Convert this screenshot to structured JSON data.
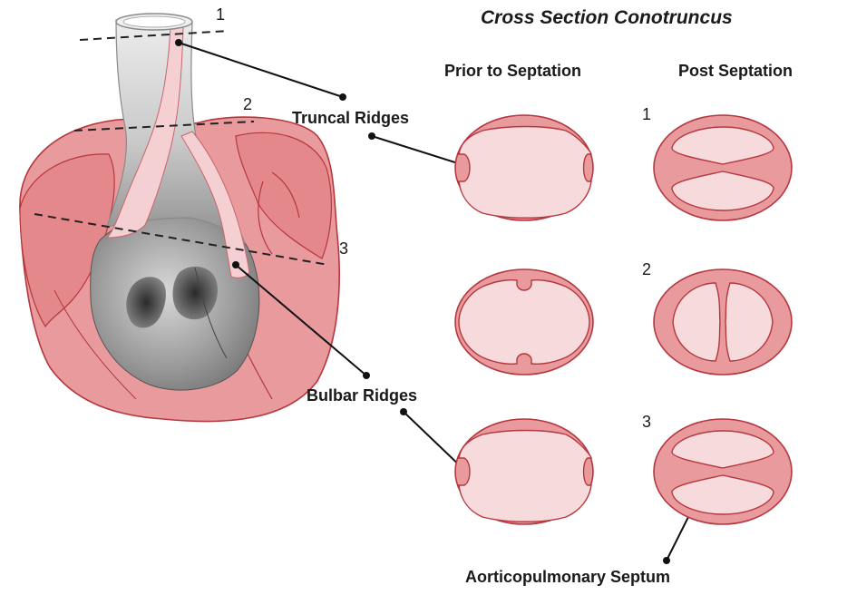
{
  "title": "Cross Section Conotruncus",
  "columns": {
    "prior": "Prior to Septation",
    "post": "Post Septation"
  },
  "levels": [
    "1",
    "2",
    "3"
  ],
  "callouts": {
    "truncal": "Truncal Ridges",
    "bulbar": "Bulbar Ridges",
    "septum": "Aorticopulmonary Septum"
  },
  "colors": {
    "tissue": "#e89a9d",
    "lumen": "#f7dadb",
    "outline": "#b5373f",
    "ventricle_dark": "#6b6b6b",
    "ventricle_light": "#e3e3e3"
  }
}
